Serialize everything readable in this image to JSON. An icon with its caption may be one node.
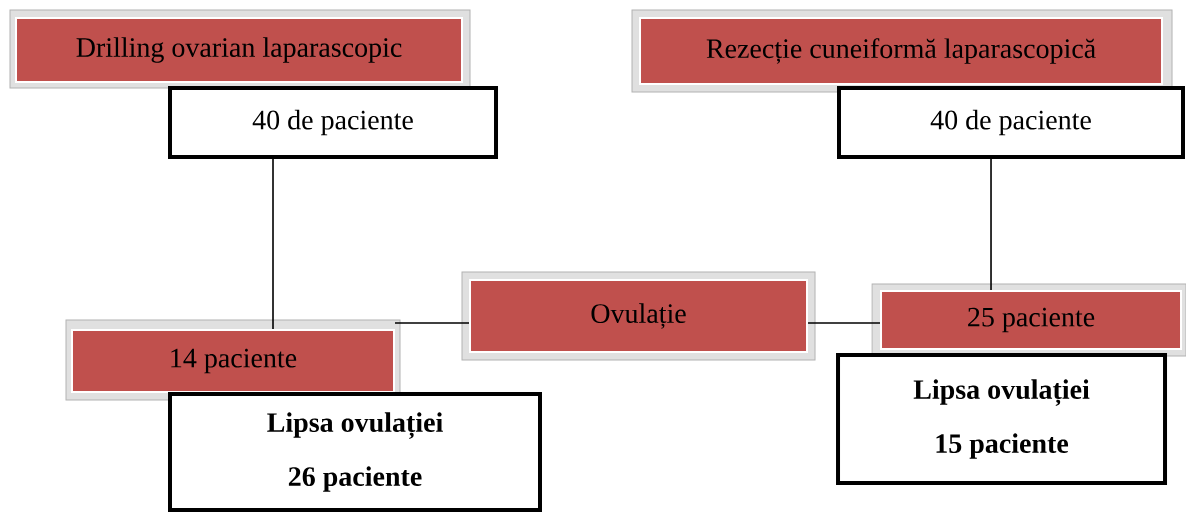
{
  "diagram": {
    "nodes": [
      {
        "text": [
          "Drilling ovarian laparascopic"
        ]
      },
      {
        "text": [
          "40 de paciente"
        ]
      },
      {
        "text": [
          "Rezecție cuneiformă laparascopică"
        ]
      },
      {
        "text": [
          "40 de paciente"
        ]
      },
      {
        "text": [
          "Ovulație"
        ]
      },
      {
        "text": [
          "14 paciente"
        ]
      },
      {
        "text": [
          "Lipsa ovulației",
          "26  paciente"
        ]
      },
      {
        "text": [
          "25 paciente"
        ]
      },
      {
        "text": [
          "Lipsa ovulației",
          "15 paciente"
        ]
      }
    ],
    "edges": [
      {
        "from": 1,
        "to": 5,
        "arrow": "none"
      },
      {
        "from": 3,
        "to": 7,
        "arrow": "none"
      },
      {
        "from": 5,
        "to": 4,
        "arrow": "none"
      },
      {
        "from": 4,
        "to": 7,
        "arrow": "none"
      }
    ]
  }
}
